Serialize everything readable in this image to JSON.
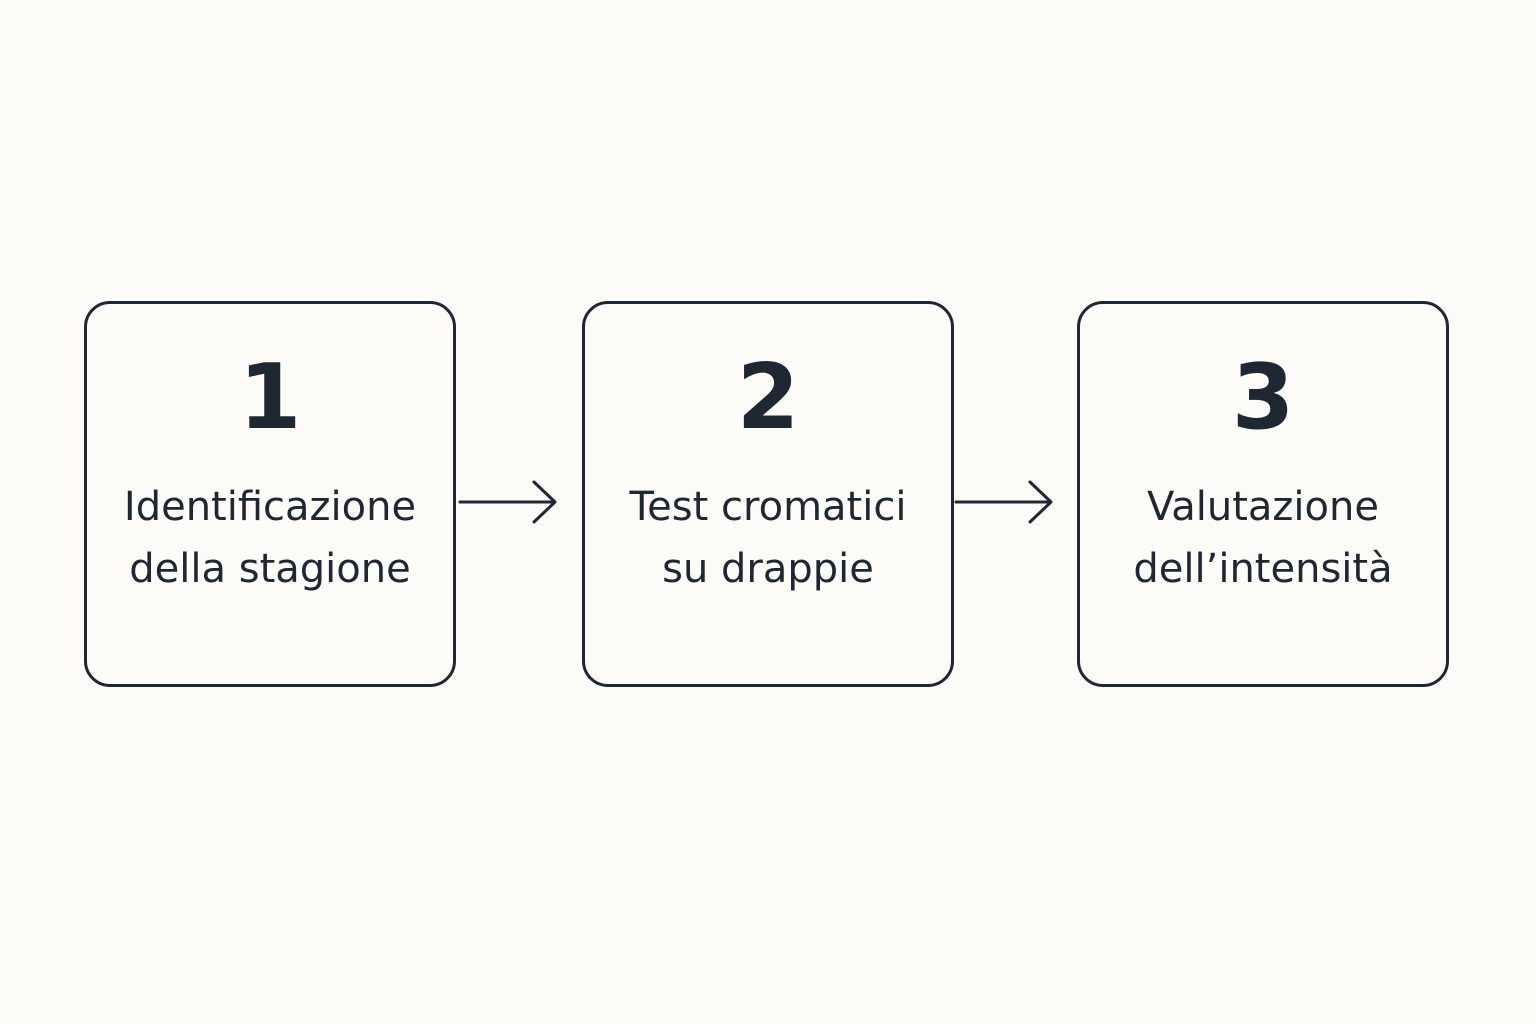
{
  "colors": {
    "background": "#fcfbf7",
    "stroke": "#1f2733",
    "text": "#1f2733"
  },
  "steps": [
    {
      "number": "1",
      "label_lines": [
        "Identificazione",
        "della stagione"
      ]
    },
    {
      "number": "2",
      "label_lines": [
        "Test cromatici",
        "su drappie"
      ]
    },
    {
      "number": "3",
      "label_lines": [
        "Valutazione",
        "dell’intensità"
      ]
    }
  ],
  "connectors": [
    {
      "from": "1",
      "to": "2",
      "icon": "arrow-right-icon"
    },
    {
      "from": "2",
      "to": "3",
      "icon": "arrow-right-icon"
    }
  ]
}
